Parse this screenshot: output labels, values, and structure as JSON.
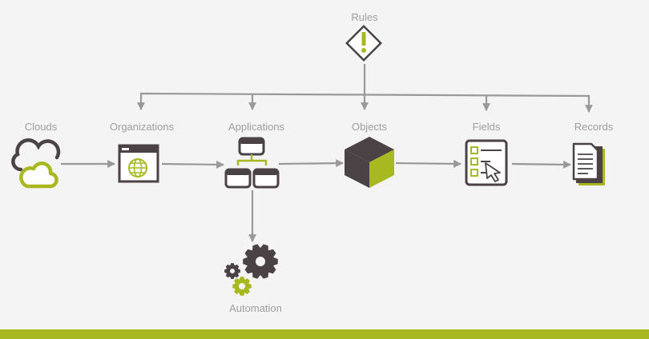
{
  "nodes": {
    "rules": "Rules",
    "clouds": "Clouds",
    "organizations": "Organizations",
    "applications": "Applications",
    "objects": "Objects",
    "fields": "Fields",
    "records": "Records",
    "automation": "Automation"
  },
  "icons": {
    "rules": "warning-diamond-icon",
    "clouds": "clouds-icon",
    "organizations": "browser-globe-icon",
    "applications": "app-windows-icon",
    "objects": "cube-icon",
    "fields": "checklist-cursor-icon",
    "records": "documents-icon",
    "automation": "gears-icon"
  },
  "colors": {
    "background": "#f4f4f4",
    "dark": "#4a4244",
    "accent": "#a8b820",
    "arrow": "#999999",
    "label": "#9e9e9e"
  }
}
